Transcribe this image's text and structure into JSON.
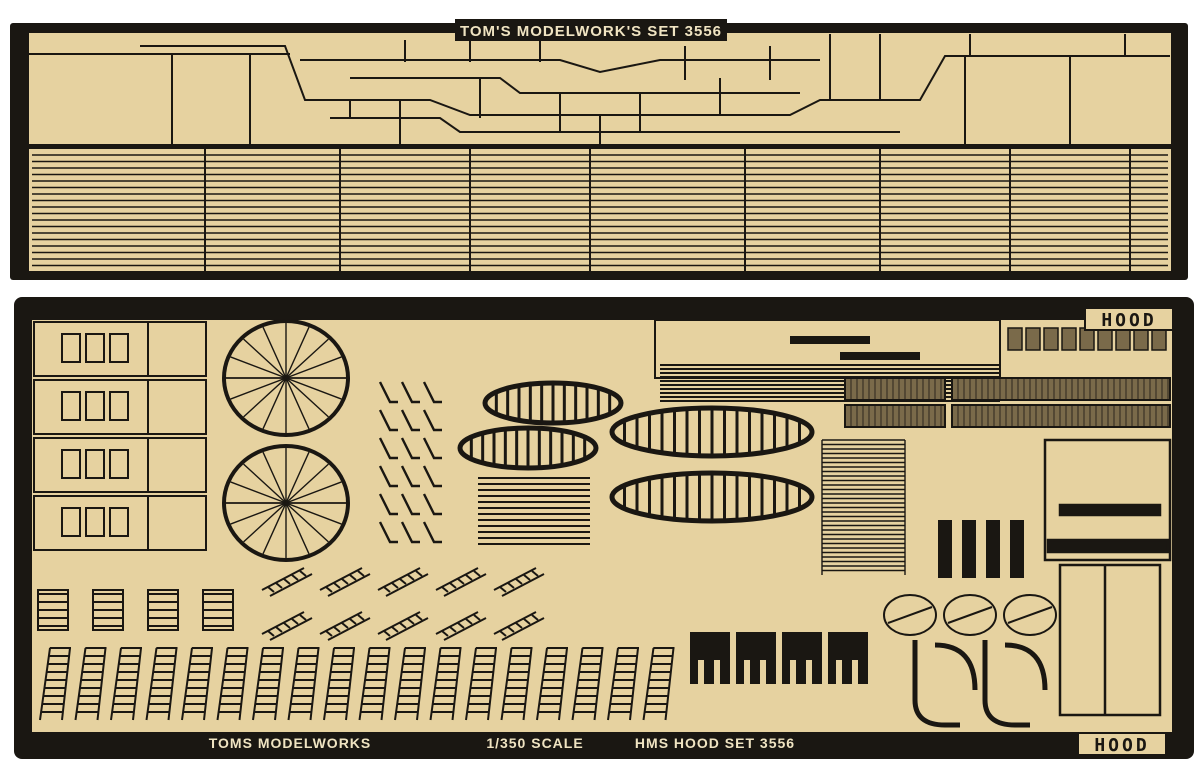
{
  "top_sheet": {
    "title_plate": "TOM'S MODELWORK'S SET 3556"
  },
  "bottom_sheet": {
    "hood_top": "HOOD",
    "hood_bottom": "HOOD",
    "maker": "TOMS MODELWORKS",
    "scale": "1/350 SCALE",
    "subject": "HMS HOOD SET 3556"
  },
  "colors": {
    "fret": "#1a1712",
    "brass": "#e6d2a0",
    "brass_dark": "#d9c18a"
  }
}
